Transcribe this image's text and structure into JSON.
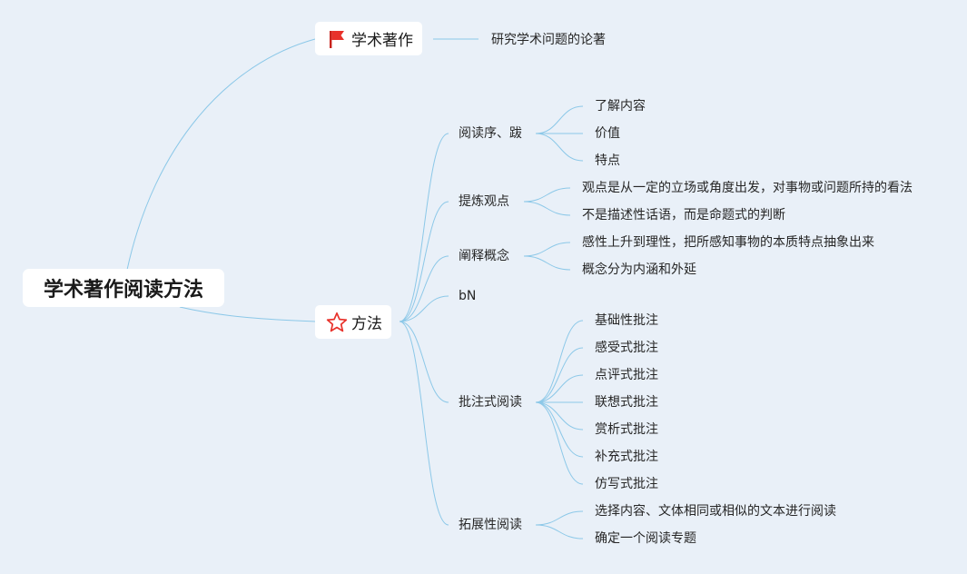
{
  "root": {
    "label": "学术著作阅读方法"
  },
  "scholarly": {
    "label": "学术著作",
    "icon": "red-flag-icon",
    "child": "研究学术问题的论著"
  },
  "method": {
    "label": "方法",
    "icon": "red-star-outline-icon",
    "children": [
      {
        "label": "阅读序、跋",
        "items": [
          "了解内容",
          "价值",
          "特点"
        ]
      },
      {
        "label": "提炼观点",
        "items": [
          "观点是从一定的立场或角度出发，对事物或问题所持的看法",
          "不是描述性话语，而是命题式的判断"
        ]
      },
      {
        "label": "阐释概念",
        "items": [
          "感性上升到理性，把所感知事物的本质特点抽象出来",
          "概念分为内涵和外延"
        ]
      },
      {
        "label": "bN",
        "items": []
      },
      {
        "label": "批注式阅读",
        "items": [
          "基础性批注",
          "感受式批注",
          "点评式批注",
          "联想式批注",
          "赏析式批注",
          "补充式批注",
          "仿写式批注"
        ]
      },
      {
        "label": "拓展性阅读",
        "items": [
          "选择内容、文体相同或相似的文本进行阅读",
          "确定一个阅读专题"
        ]
      }
    ]
  },
  "colors": {
    "background": "#e9f0f8",
    "connector": "#8cc8e8",
    "icon_red": "#e8312a"
  }
}
